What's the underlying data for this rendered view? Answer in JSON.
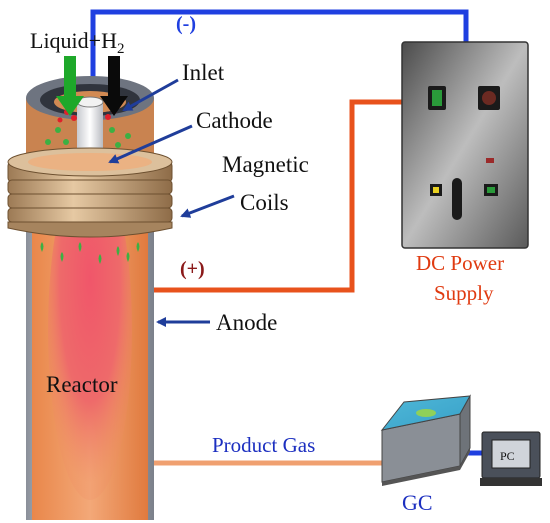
{
  "labels": {
    "liquid_h2": "Liquid+H",
    "liquid_h2_sub": "2",
    "inlet": "Inlet",
    "cathode": "Cathode",
    "magnetic": "Magnetic",
    "coils": "Coils",
    "anode": "Anode",
    "reactor": "Reactor",
    "minus": "(-)",
    "plus": "(+)",
    "dc_power": "DC Power",
    "supply": "Supply",
    "product_gas": "Product Gas",
    "gc": "GC",
    "pc": "PC"
  },
  "colors": {
    "negative_wire": "#1f3fe0",
    "positive_wire": "#e8521c",
    "gas_line": "#f0a070",
    "label_dark": "#111111",
    "label_blue": "#1c2fc0",
    "label_red": "#e03a10",
    "plus_dark_red": "#8b1a1a",
    "arrow_navy": "#1f3d9a",
    "reactor_orange": "#ee8c52",
    "coil_tan": "#c9a57c",
    "droplet_green": "#3cb043"
  }
}
